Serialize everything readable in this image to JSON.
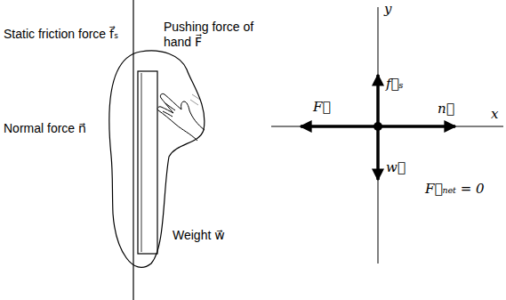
{
  "diagram": {
    "labels": [
      "Static friction force f⃗ₛ",
      "Pushing force of hand F⃗",
      "Normal force n⃗",
      "Weight w⃗",
      "y",
      "x",
      "f⃗ₛ",
      "F⃗",
      "n⃗",
      "w⃗",
      "F⃗ₙₑₜ = 0"
    ]
  }
}
